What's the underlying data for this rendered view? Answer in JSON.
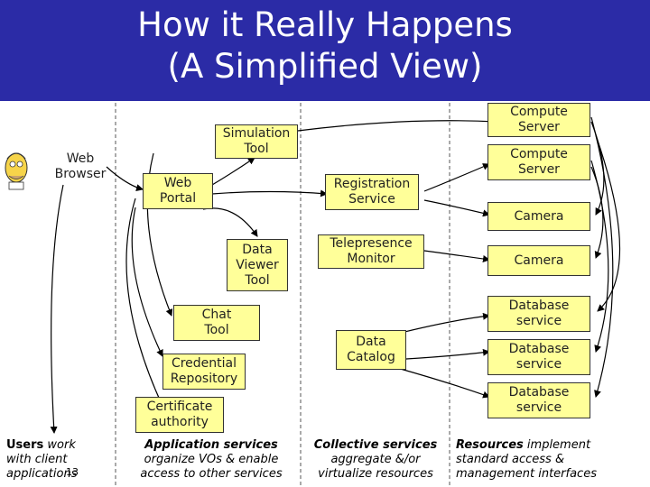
{
  "title": {
    "line1": "How it Really Happens",
    "line2": "(A Simplified View)"
  },
  "nodes": {
    "web_browser": "Web\nBrowser",
    "simulation_tool": "Simulation\nTool",
    "web_portal": "Web\nPortal",
    "registration_service": "Registration\nService",
    "data_viewer_tool": "Data\nViewer\nTool",
    "telepresence_monitor": "Telepresence\nMonitor",
    "chat_tool": "Chat\nTool",
    "credential_repository": "Credential\nRepository",
    "certificate_authority": "Certificate\nauthority",
    "data_catalog": "Data\nCatalog",
    "compute_server_1": "Compute\nServer",
    "compute_server_2": "Compute\nServer",
    "camera_1": "Camera",
    "camera_2": "Camera",
    "database_service_1": "Database\nservice",
    "database_service_2": "Database\nservice",
    "database_service_3": "Database\nservice"
  },
  "captions": {
    "users": {
      "bold": "Users",
      "rest1": " work",
      "line2": "with client",
      "line3": "applications"
    },
    "application": {
      "bold": "Application services",
      "line2": "organize VOs & enable",
      "line3": "access to other services"
    },
    "collective": {
      "bold": "Collective services",
      "line2": "aggregate &/or",
      "line3": "virtualize resources"
    },
    "resources": {
      "bold": "Resources",
      "rest1": " implement",
      "line2": "standard access &",
      "line3": "management interfaces"
    }
  },
  "page_number": "13",
  "colors": {
    "banner": "#2b2ba6",
    "box_fill": "#ffff99",
    "title_text": "#ffffff"
  },
  "icons": {
    "user_avatar": "cartoon-user-icon"
  }
}
